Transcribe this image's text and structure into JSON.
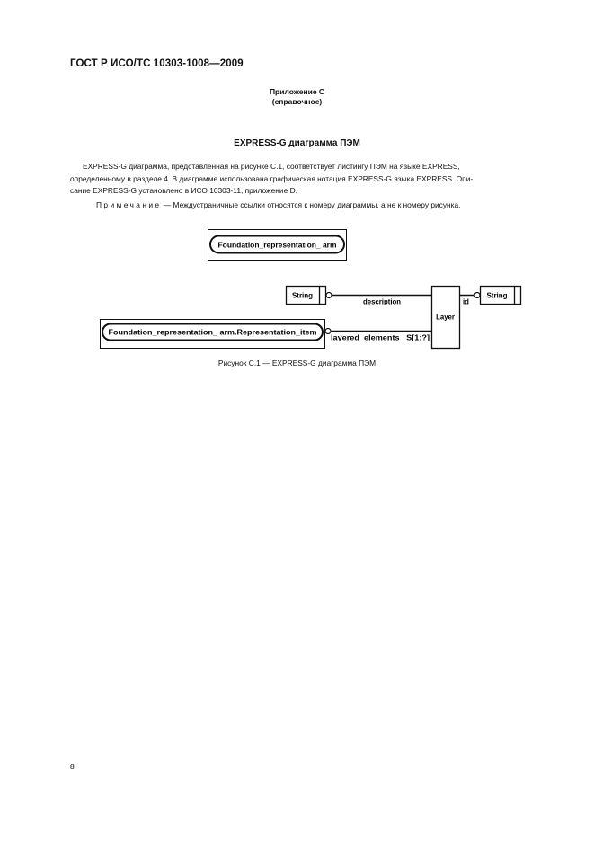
{
  "header": {
    "standard_id": "ГОСТ Р ИСО/ТС 10303-1008—2009"
  },
  "annex": {
    "title": "Приложение С",
    "subtitle": "(справочное)"
  },
  "section": {
    "title": "EXPRESS-G диаграмма ПЭМ",
    "paragraph_lines": [
      "EXPRESS-G диаграмма, представленная на рисунке С.1, соответствует листингу ПЭМ на языке EXPRESS,",
      "определенному в разделе 4. В диаграмме использована графическая нотация EXPRESS-G языка EXPRESS. Опи-",
      "сание EXPRESS-G установлено в ИСО 10303-11, приложение D."
    ],
    "note_label": "Примечание",
    "note_text": " — Междустраничные ссылки относятся к номеру диаграммы, а не к номеру рисунка."
  },
  "diagram": {
    "schema_ref": "Foundation_representation_ arm",
    "entity": "Layer",
    "left_type": "String",
    "right_type": "String",
    "attr_description": "description",
    "attr_id": "id",
    "external_ref": "Foundation_representation_ arm.Representation_item",
    "attr_layered": "layered_elements_ S[1:?]"
  },
  "figure": {
    "caption": "Рисунок С.1 — EXPRESS-G диаграмма ПЭМ"
  },
  "footer": {
    "page_number": "8"
  }
}
